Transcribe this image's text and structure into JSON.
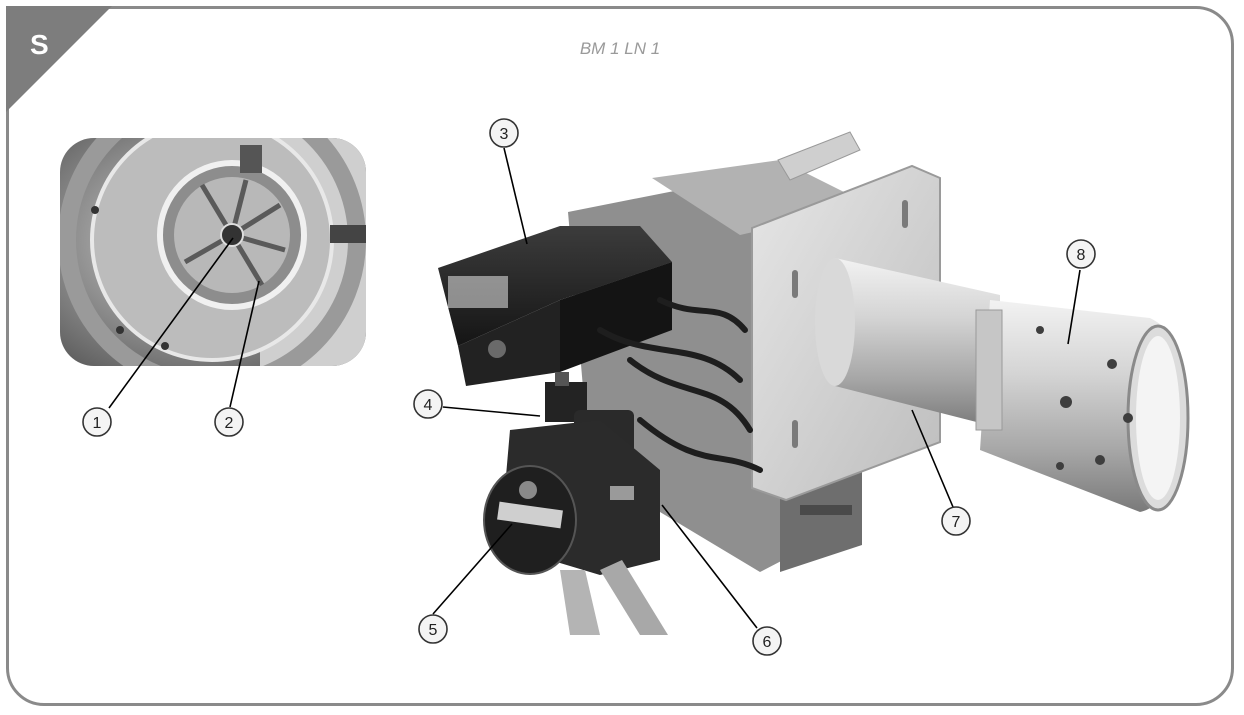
{
  "section_letter": "S",
  "title": "BM 1 LN 1",
  "callouts": [
    "1",
    "2",
    "3",
    "4",
    "5",
    "6",
    "7",
    "8"
  ],
  "icons": {
    "inset": "burner-head-closeup",
    "main": "oil-burner-photo"
  },
  "colors": {
    "frame": "#8a8a8a",
    "corner": "#7d7d7d",
    "title": "#9a9a9a"
  }
}
